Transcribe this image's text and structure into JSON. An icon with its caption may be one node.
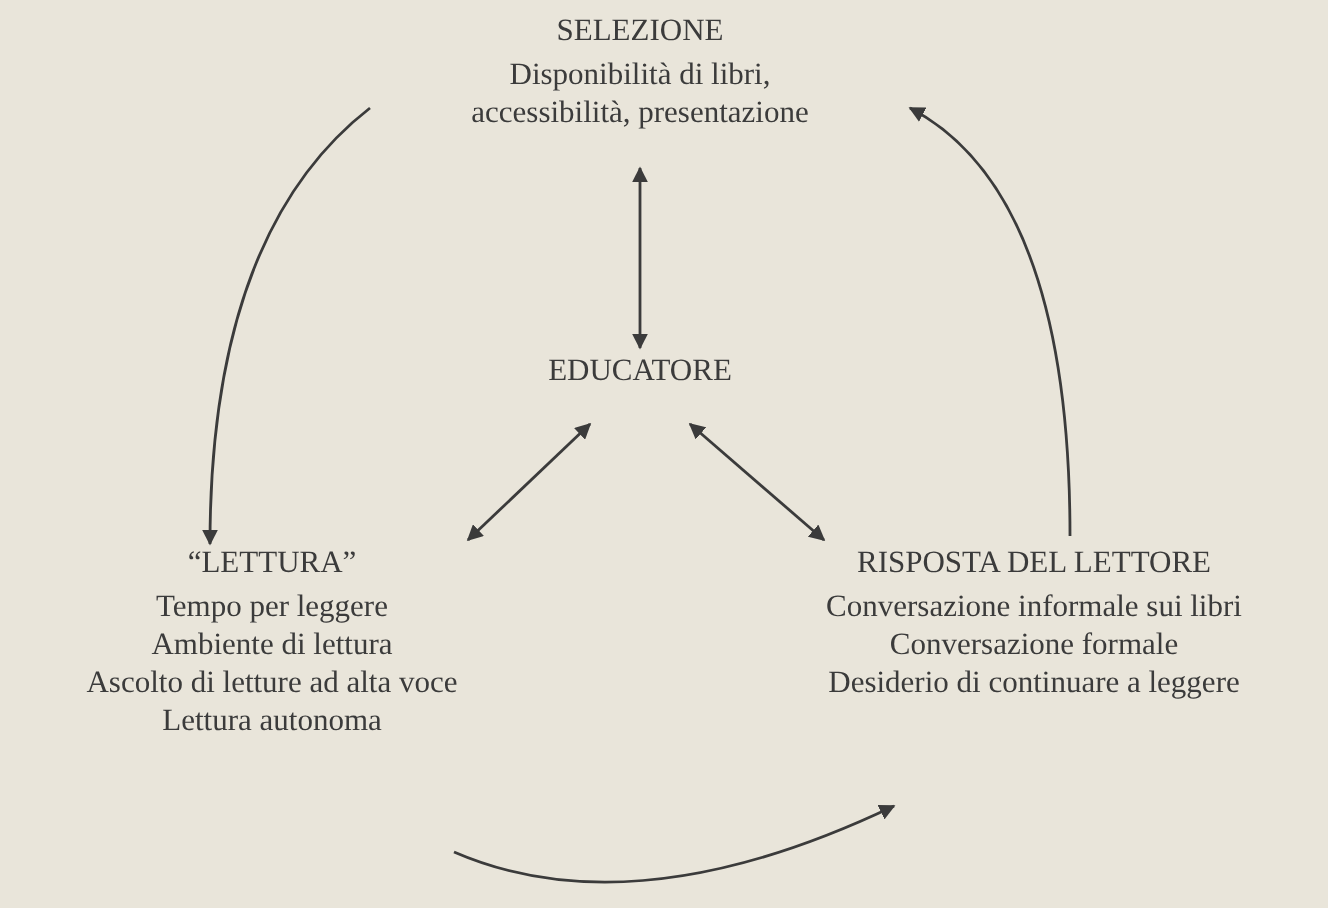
{
  "diagram": {
    "nodes": [
      {
        "text": [
          "SELEZIONE",
          "Disponibilità di libri, accessibilità, presentazione"
        ]
      },
      {
        "text": [
          "EDUCATORE"
        ]
      },
      {
        "text": [
          "“LETTURA”",
          "Tempo per leggere",
          "Ambiente di lettura",
          "Ascolto di letture ad alta voce",
          "Lettura autonoma"
        ]
      },
      {
        "text": [
          "RISPOSTA DEL LETTORE",
          "Conversazione informale sui libri",
          "Conversazione formale",
          "Desiderio di continuare a leggere"
        ]
      }
    ],
    "edges": [
      {
        "from": 0,
        "to": 2,
        "arrow": "to"
      },
      {
        "from": 2,
        "to": 3,
        "arrow": "to"
      },
      {
        "from": 3,
        "to": 0,
        "arrow": "to"
      },
      {
        "from": 0,
        "to": 1,
        "arrow": "both"
      },
      {
        "from": 1,
        "to": 2,
        "arrow": "both"
      },
      {
        "from": 1,
        "to": 3,
        "arrow": "both"
      }
    ]
  }
}
